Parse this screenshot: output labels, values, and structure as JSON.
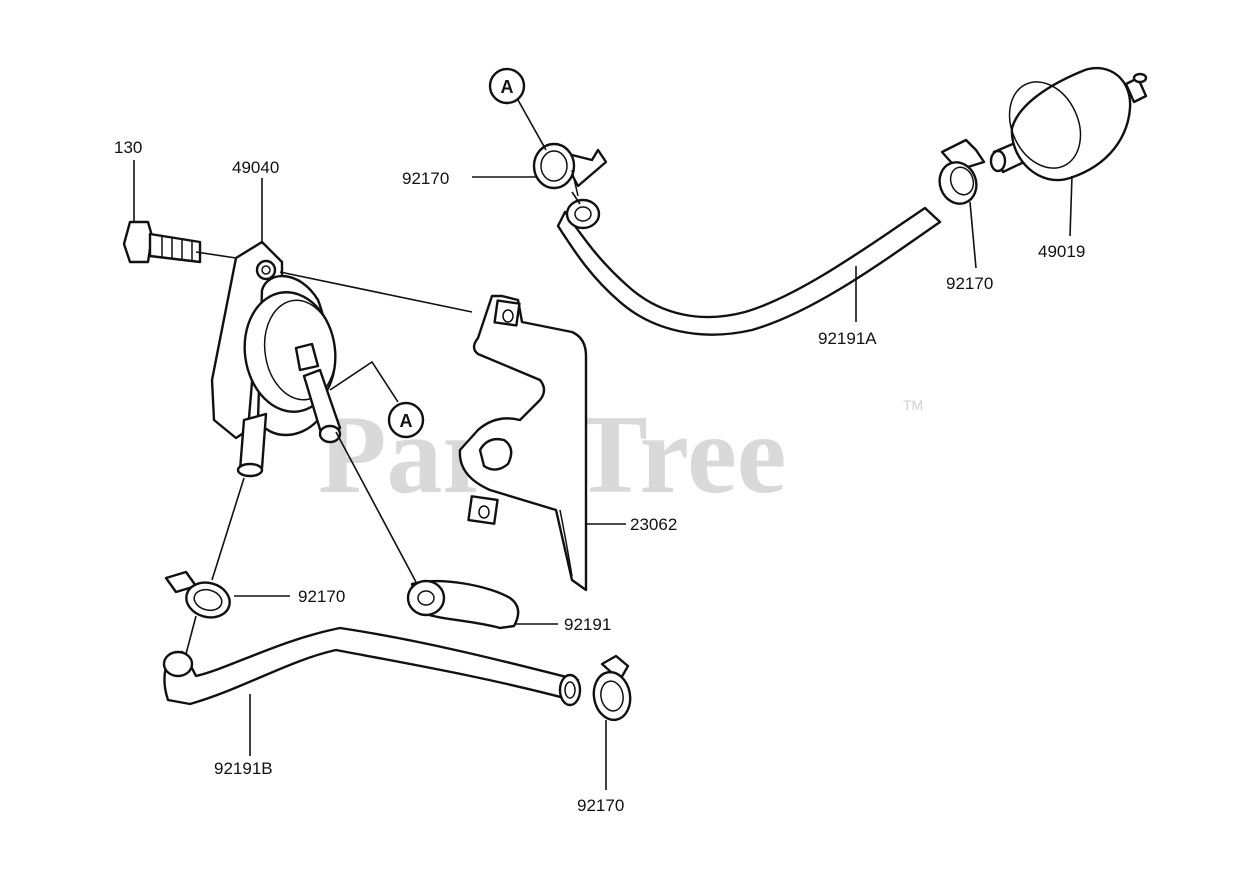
{
  "watermark": {
    "text": "PartsTree",
    "trademark": "TM"
  },
  "callouts": [
    {
      "id": "callout-a-top",
      "letter": "A"
    },
    {
      "id": "callout-a-pump",
      "letter": "A"
    }
  ],
  "labels": {
    "bolt": "130",
    "fuel_pump": "49040",
    "clamp_top": "92170",
    "clamp_filter": "92170",
    "fuel_filter": "49019",
    "hose_a": "92191A",
    "bracket": "23062",
    "clamp_left": "92170",
    "hose_short": "92191",
    "hose_b": "92191B",
    "clamp_bottom": "92170"
  }
}
